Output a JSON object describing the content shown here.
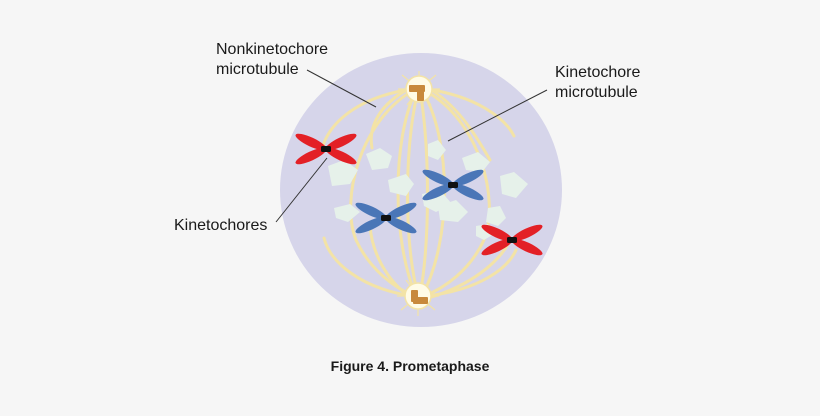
{
  "labels": {
    "nonkinetochore": "Nonkinetochore\nmicrotubule",
    "kinetochore": "Kinetochore\nmicrotubule",
    "kinetochores": "Kinetochores"
  },
  "caption": "Figure 4. Prometaphase",
  "colors": {
    "background": "#f6f6f6",
    "cell": "#d6d5ea",
    "microtubule": "#f3e3a6",
    "centrosome_glow": "#fffbe6",
    "centriole": "#c8893c",
    "nuclear_fragment": "#e6f1ea",
    "red_chromosome": "#e32026",
    "blue_chromosome": "#4a76b7",
    "kinetochore": "#111111",
    "leader": "#333333"
  }
}
